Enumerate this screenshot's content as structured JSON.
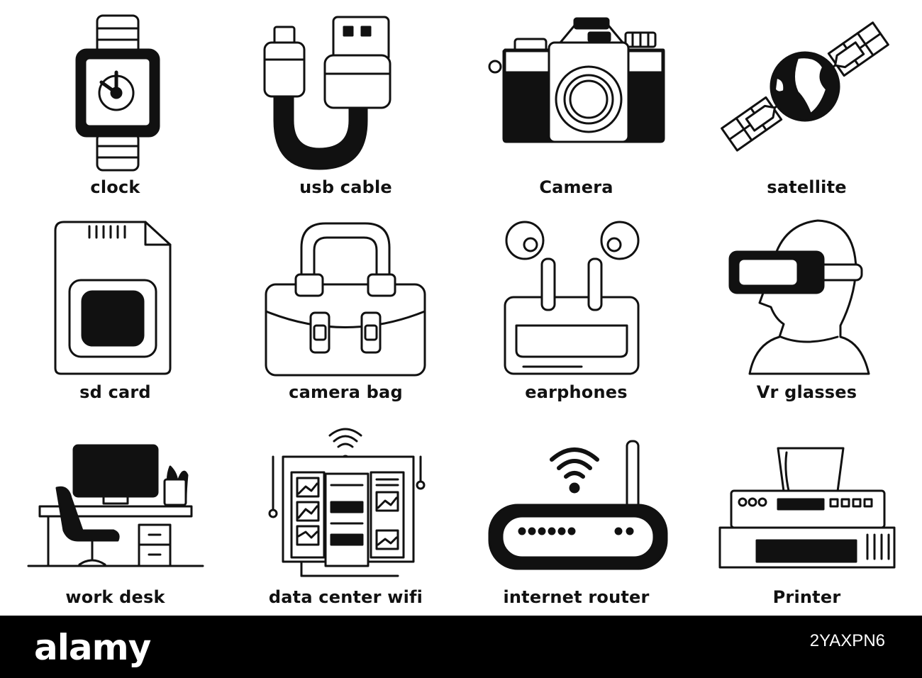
{
  "icons": [
    {
      "label": "clock",
      "icon": "smartwatch-icon"
    },
    {
      "label": "usb cable",
      "icon": "usb-cable-icon"
    },
    {
      "label": "Camera",
      "icon": "camera-icon"
    },
    {
      "label": "satellite",
      "icon": "satellite-icon"
    },
    {
      "label": "sd card",
      "icon": "sd-card-icon"
    },
    {
      "label": "camera bag",
      "icon": "camera-bag-icon"
    },
    {
      "label": "earphones",
      "icon": "earphones-icon"
    },
    {
      "label": "Vr glasses",
      "icon": "vr-glasses-icon"
    },
    {
      "label": "work desk",
      "icon": "work-desk-icon"
    },
    {
      "label": "data center wifi",
      "icon": "data-center-wifi-icon"
    },
    {
      "label": "internet router",
      "icon": "internet-router-icon"
    },
    {
      "label": "Printer",
      "icon": "printer-icon"
    }
  ],
  "footer": {
    "brand": "alamy",
    "image_id": "2YAXPN6"
  },
  "colors": {
    "ink": "#111111",
    "background": "#ffffff",
    "footer": "#000000"
  }
}
